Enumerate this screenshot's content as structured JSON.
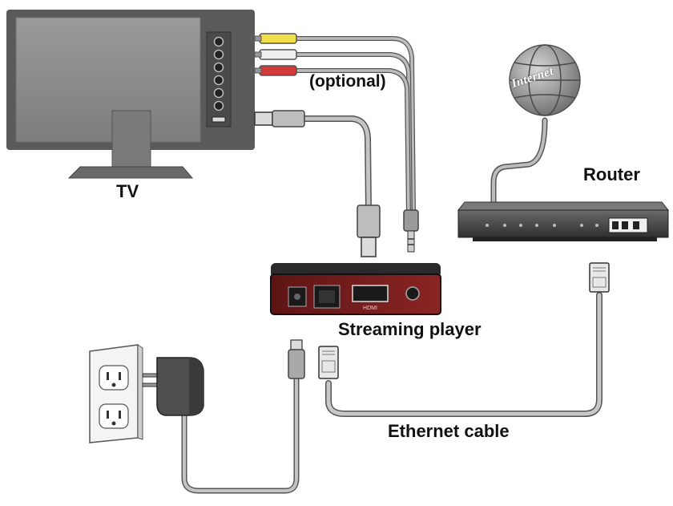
{
  "labels": {
    "tv": "TV",
    "optional": "(optional)",
    "router": "Router",
    "internet": "Internet",
    "player": "Streaming player",
    "ethernet": "Ethernet cable"
  },
  "player_port_labels": {
    "hdmi": "HDMI"
  },
  "colors": {
    "cable": "#9a9a9a",
    "cable_outline": "#555555",
    "tv_frame": "#5f5f5f",
    "tv_screen": "#8c8c8c",
    "player_body": "#111111",
    "player_face": "#7a1d1d",
    "router_body": "#4a4a4a",
    "globe": "#8a8a8a",
    "rca_yellow": "#f2e04a",
    "rca_white": "#eeeeee",
    "rca_red": "#d23a3a"
  }
}
